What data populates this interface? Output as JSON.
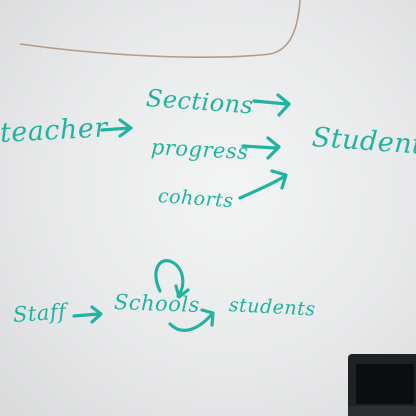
{
  "board": {
    "colors": {
      "ink": "#1fb3a0",
      "board": "#eeefef",
      "frame": "#b89a82",
      "device": "#1f2123"
    },
    "top_diagram": {
      "source": "teacher",
      "middle": [
        "Sections",
        "progress",
        "cohorts"
      ],
      "target": "Students"
    },
    "bottom_diagram": {
      "start": "Staff",
      "middle": "Schools",
      "end": "students"
    }
  }
}
